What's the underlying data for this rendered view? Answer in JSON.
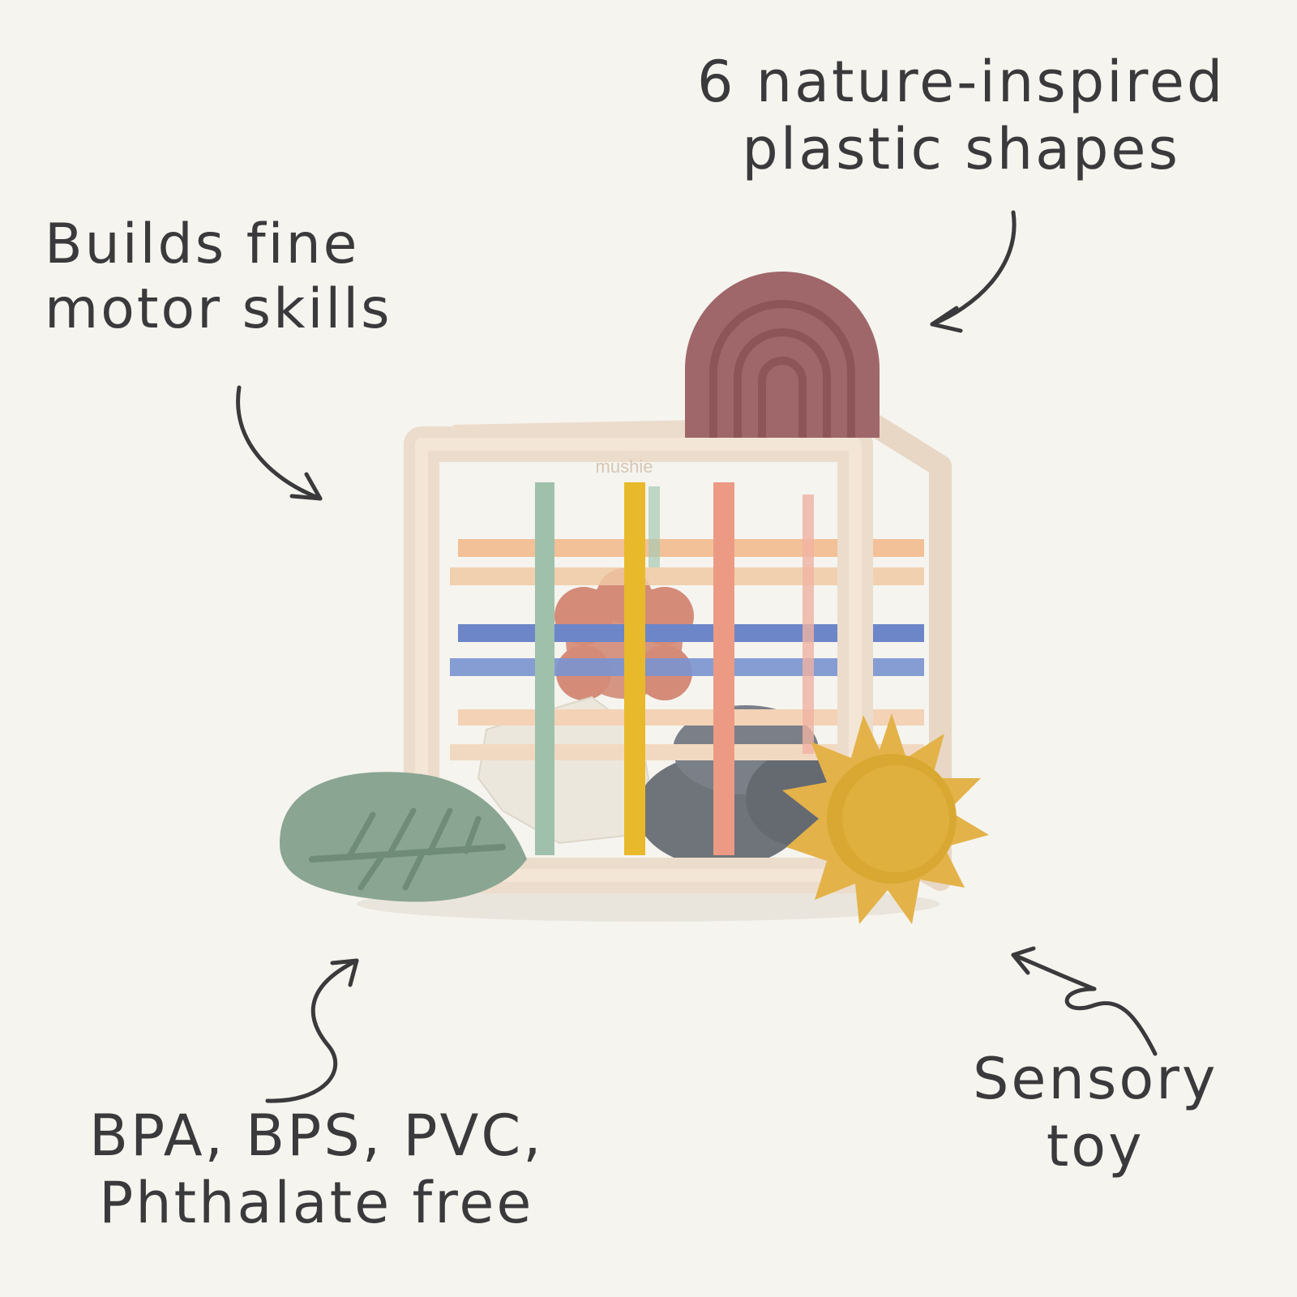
{
  "colors": {
    "background": "#f6f4ef",
    "text": "#3a3a3c",
    "frame": "#ecdccb",
    "rainbow": "#a0676a",
    "leaf": "#8aa692",
    "sun": "#e3b349",
    "flower": "#d69482",
    "cloud": "#6f747b",
    "star": "#ebe7dc",
    "band_sage": "#9fc1ab",
    "band_yellow": "#e8b92b",
    "band_coral": "#ec9a84",
    "band_peach": "#f2c197",
    "band_blue": "#6d86c7"
  },
  "callouts": {
    "shapes": [
      "6 nature-inspired",
      "plastic shapes"
    ],
    "motor": [
      "Builds fine",
      "motor skills"
    ],
    "bpa": [
      "BPA, BPS, PVC,",
      "Phthalate free"
    ],
    "sensory": [
      "Sensory",
      "toy"
    ]
  },
  "product": {
    "brand": "mushie"
  }
}
